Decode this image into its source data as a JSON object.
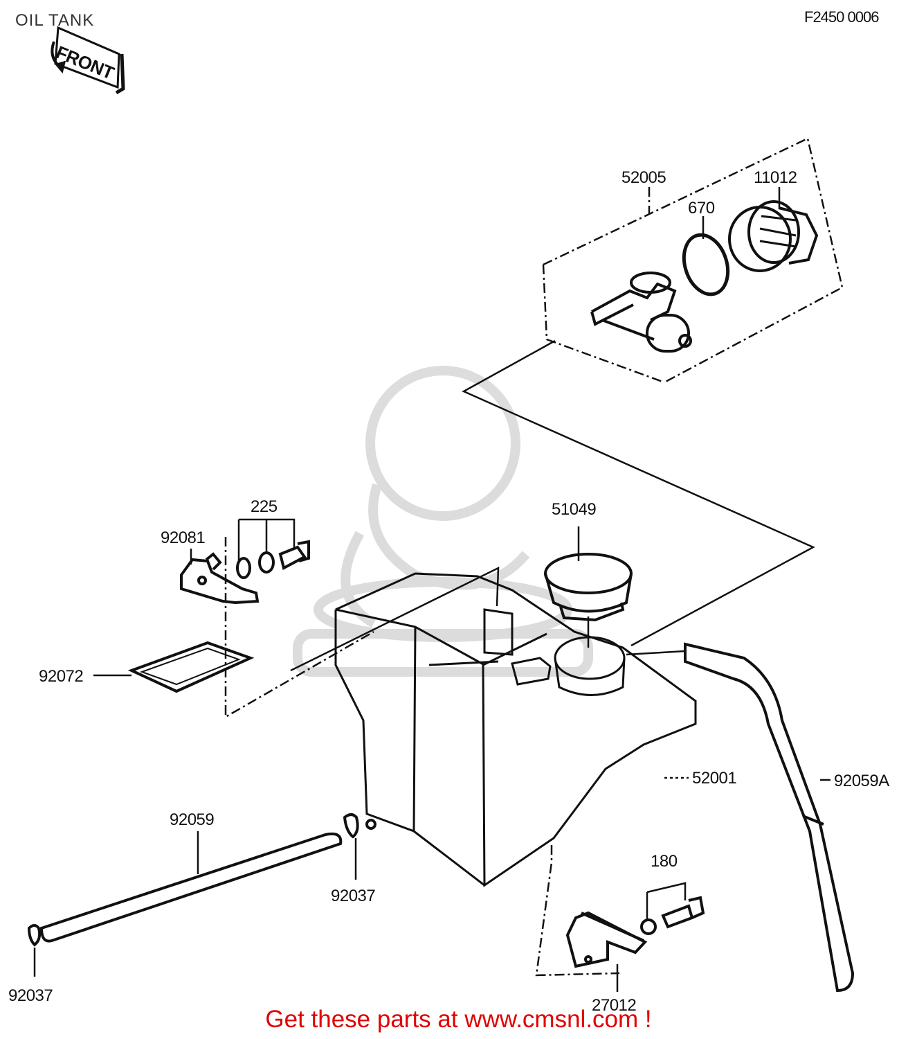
{
  "title": "OIL TANK",
  "diagram_code": "F2450 0006",
  "front_label": "FRONT",
  "parts": [
    {
      "id": "52005"
    },
    {
      "id": "11012"
    },
    {
      "id": "670"
    },
    {
      "id": "51049"
    },
    {
      "id": "225"
    },
    {
      "id": "92081"
    },
    {
      "id": "92072"
    },
    {
      "id": "52001"
    },
    {
      "id": "92059A"
    },
    {
      "id": "92059"
    },
    {
      "id": "92037a"
    },
    {
      "id": "180"
    },
    {
      "id": "92037b"
    },
    {
      "id": "27012"
    }
  ],
  "labels": {
    "p52005": "52005",
    "p11012": "11012",
    "p670": "670",
    "p51049": "51049",
    "p225": "225",
    "p92081": "92081",
    "p92072": "92072",
    "p52001": "52001",
    "p92059A": "92059A",
    "p92059": "92059",
    "p92037a": "92037",
    "p180": "180",
    "p92037b": "92037",
    "p27012": "27012"
  },
  "footer": "Get these parts at www.cmsnl.com !",
  "colors": {
    "ink": "#111111",
    "footer": "#e00000",
    "watermark": "#d9d9d9"
  }
}
